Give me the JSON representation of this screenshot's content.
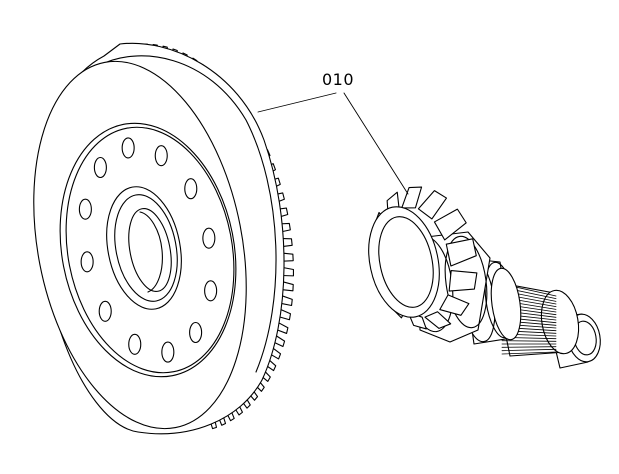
{
  "diagram": {
    "callout": {
      "label": "010"
    },
    "parts": [
      {
        "name": "ring-gear"
      },
      {
        "name": "pinion-gear"
      }
    ],
    "ring_gear": {
      "teeth": 44,
      "bolt_holes": 12
    },
    "pinion_gear": {
      "teeth": 13,
      "splines": 22
    }
  }
}
